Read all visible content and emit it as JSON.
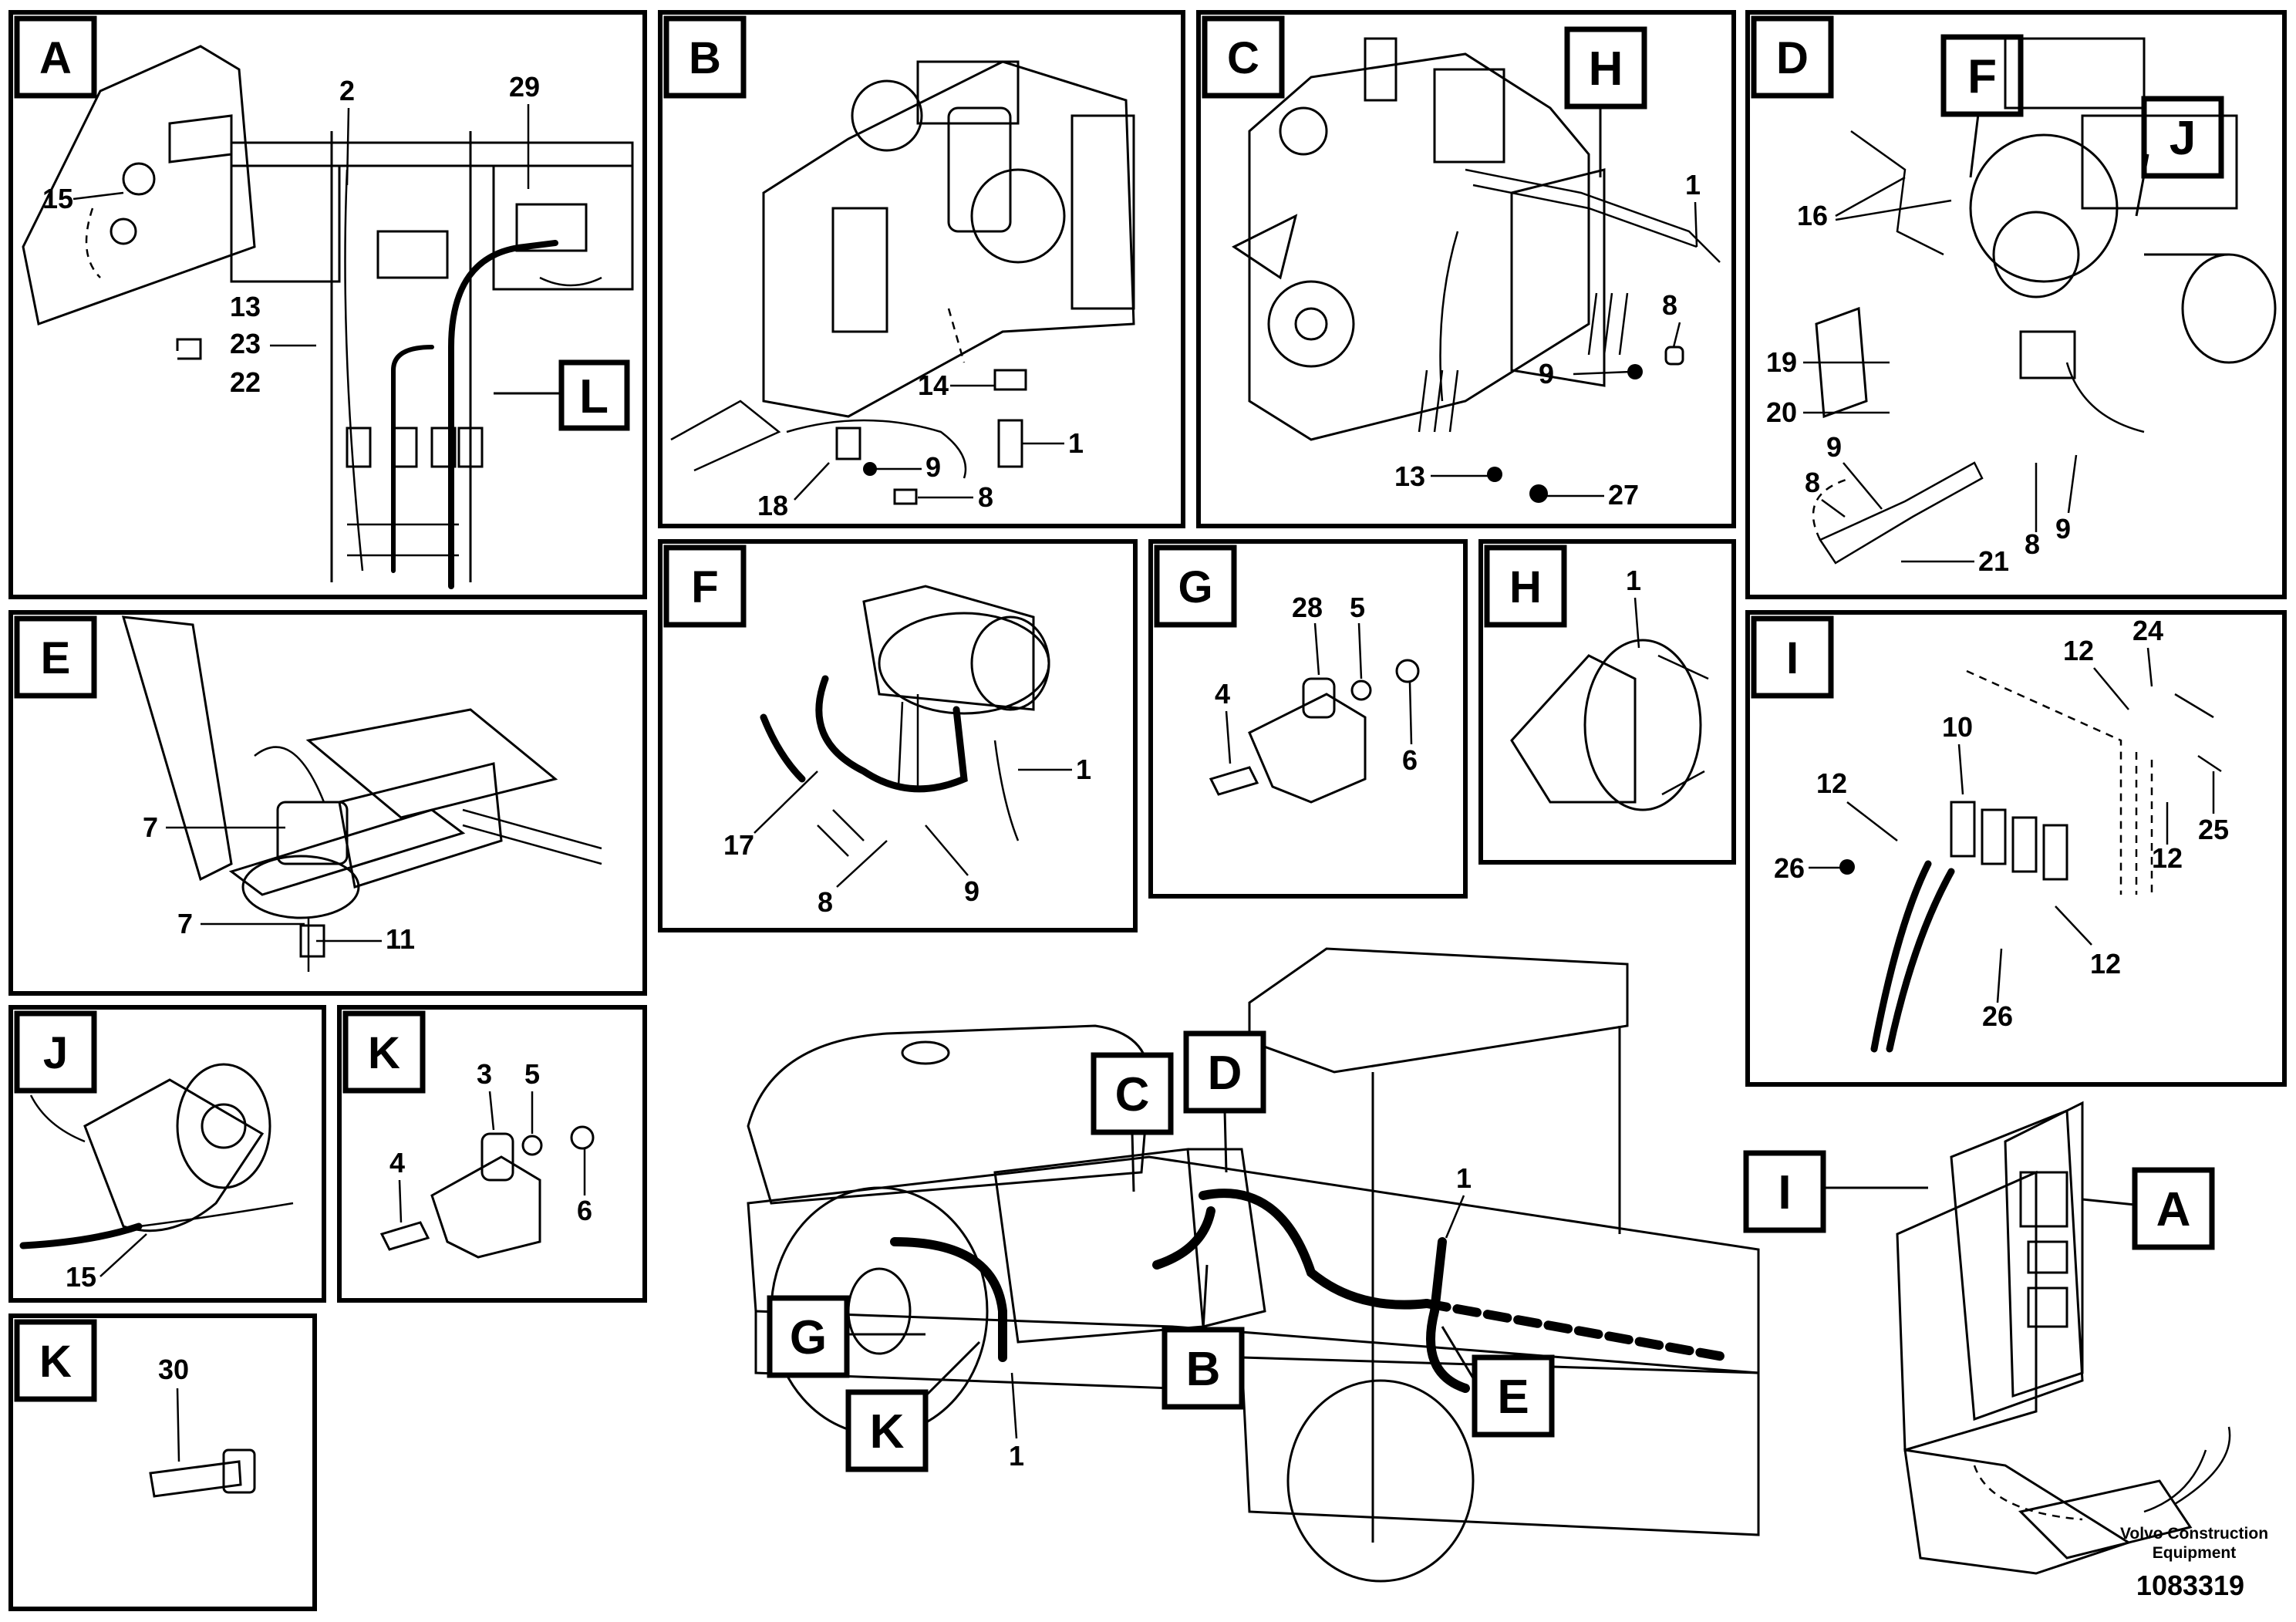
{
  "panels": {
    "A": {
      "title": "A",
      "labels": [
        "15",
        "2",
        "29",
        "13",
        "23",
        "22"
      ],
      "callout_L": "L"
    },
    "B": {
      "title": "B",
      "labels": [
        "14",
        "1",
        "9",
        "18",
        "8"
      ]
    },
    "C": {
      "title": "C",
      "callout_H": "H",
      "labels": [
        "1",
        "8",
        "9",
        "13",
        "27"
      ]
    },
    "D": {
      "title": "D",
      "callout_F": "F",
      "callout_J": "J",
      "labels": [
        "16",
        "19",
        "20",
        "9",
        "8",
        "21",
        "8",
        "9"
      ]
    },
    "E": {
      "title": "E",
      "labels": [
        "7",
        "7",
        "11"
      ]
    },
    "F": {
      "title": "F",
      "labels": [
        "1",
        "17",
        "8",
        "9"
      ]
    },
    "G": {
      "title": "G",
      "labels": [
        "28",
        "5",
        "4",
        "6"
      ]
    },
    "H": {
      "title": "H",
      "labels": [
        "1"
      ]
    },
    "I": {
      "title": "I",
      "labels": [
        "12",
        "24",
        "10",
        "12",
        "26",
        "12",
        "25",
        "26",
        "12"
      ]
    },
    "J": {
      "title": "J",
      "labels": [
        "15"
      ]
    },
    "K1": {
      "title": "K",
      "labels": [
        "3",
        "5",
        "4",
        "6"
      ]
    },
    "K2": {
      "title": "K",
      "labels": [
        "30"
      ]
    }
  },
  "overview": {
    "callouts": [
      "C",
      "D",
      "G",
      "B",
      "E",
      "K"
    ],
    "labels": [
      "1",
      "1"
    ]
  },
  "console": {
    "callouts": [
      "I",
      "A"
    ]
  },
  "footer": {
    "company_line1": "Volvo Construction",
    "company_line2": "Equipment",
    "drawing_number": "1083319"
  }
}
